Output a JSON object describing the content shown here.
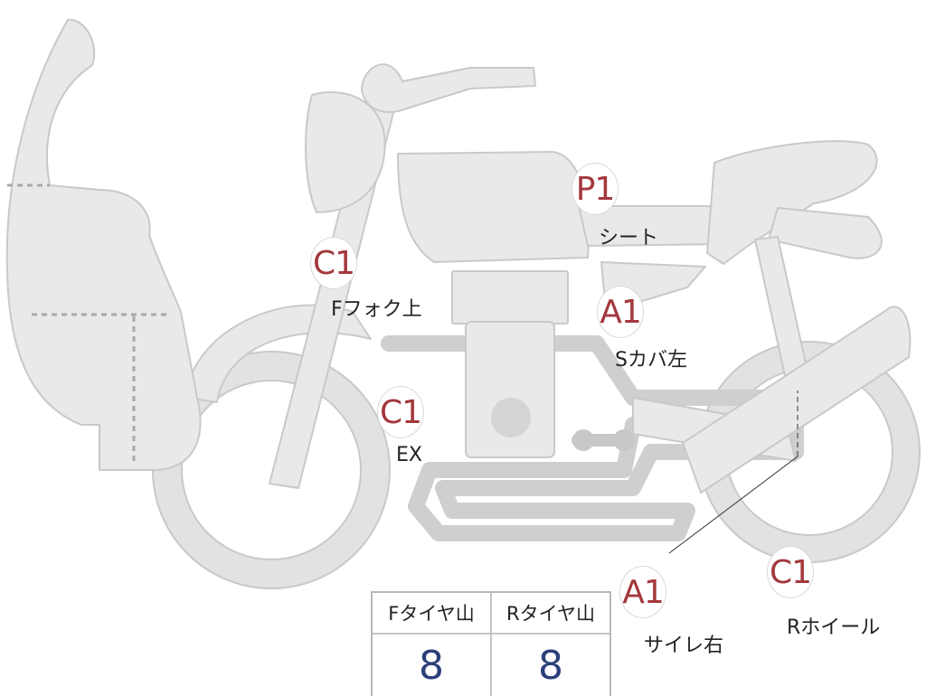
{
  "markers": [
    {
      "code": "P1",
      "label": "シート"
    },
    {
      "code": "C1",
      "label": "Fフォク上"
    },
    {
      "code": "A1",
      "label": "Sカバ左"
    },
    {
      "code": "C1",
      "label": "EX"
    },
    {
      "code": "A1",
      "label": "サイレ右"
    },
    {
      "code": "C1",
      "label": "Rホイール"
    }
  ],
  "tire_table": {
    "headers": [
      "Fタイヤ山",
      "Rタイヤ山"
    ],
    "values": [
      "8",
      "8"
    ]
  },
  "colors": {
    "body_fill": "#e9e9e7",
    "body_stroke": "#c9c9c7",
    "marker_text": "#a3383d",
    "value_text": "#2b3f7a",
    "dotted_line": "#a9a9a9"
  }
}
